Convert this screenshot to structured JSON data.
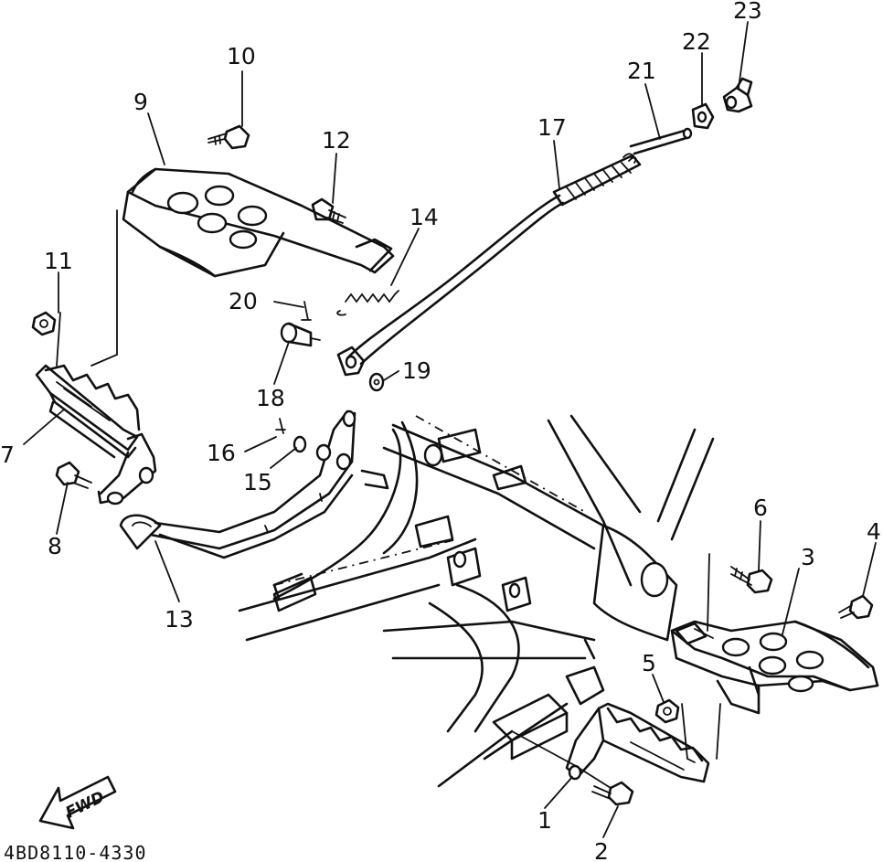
{
  "diagram": {
    "drawing_code": "4BD8110-4330",
    "direction_label": "FWD",
    "callouts": [
      "1",
      "2",
      "3",
      "4",
      "5",
      "6",
      "7",
      "8",
      "9",
      "10",
      "11",
      "12",
      "13",
      "14",
      "15",
      "16",
      "17",
      "18",
      "19",
      "20",
      "21",
      "22",
      "23"
    ]
  }
}
